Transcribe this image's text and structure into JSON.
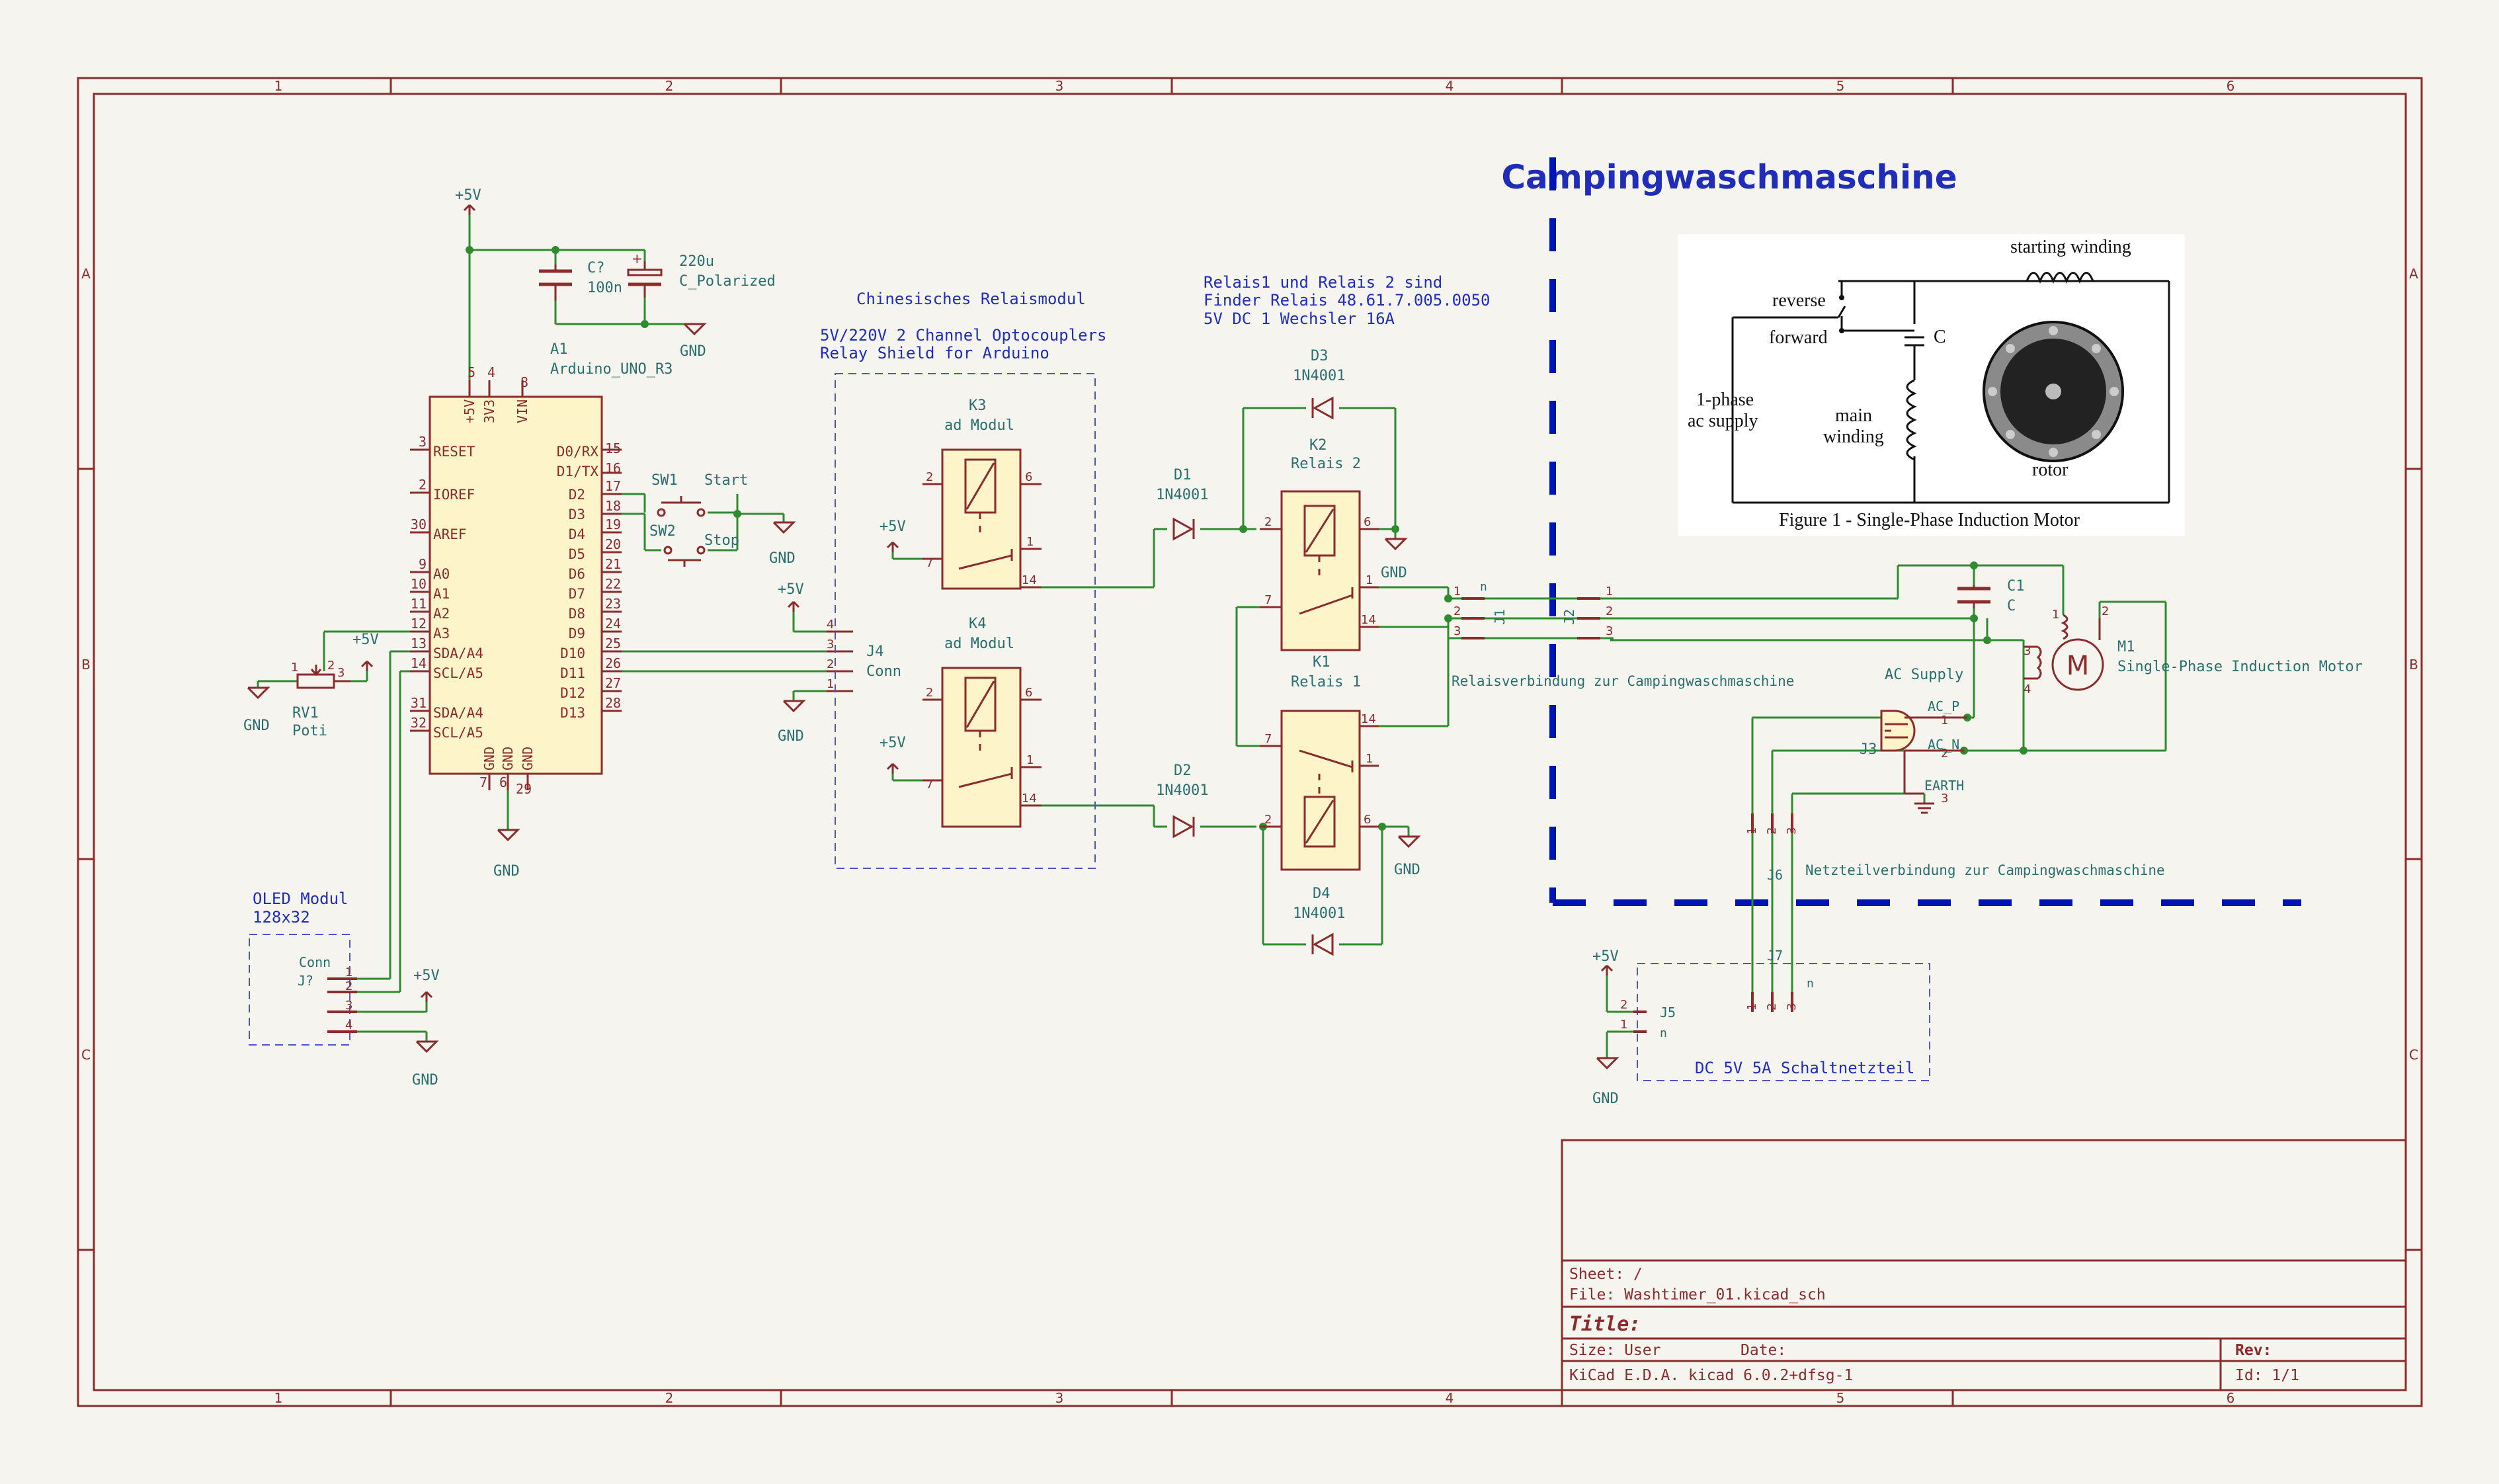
{
  "colors": {
    "background": "#f5f4ef",
    "frame": "#8b2b2b",
    "wire": "#2e8b2e",
    "body": "#8b2b2b",
    "body_fill": "#fdf5c9",
    "blue_text": "#1f2db8",
    "teal_text": "#2a6e6e",
    "dashed_box": "#4d54c9",
    "divider": "#0014b4",
    "junction": "#2e8b2e"
  },
  "frame": {
    "col_labels": [
      "1",
      "2",
      "3",
      "4",
      "5",
      "6"
    ],
    "row_labels": [
      "A",
      "B",
      "C"
    ]
  },
  "headline": "Campingwaschmaschine",
  "figure": {
    "starting": "starting winding",
    "reverse": "reverse",
    "forward": "forward",
    "cap": "C",
    "phase": "1-phase",
    "supply": "ac supply",
    "main1": "main",
    "main2": "winding",
    "rotor": "rotor",
    "caption": "Figure 1 - Single-Phase Induction Motor"
  },
  "notes": {
    "relay_module": "Chinesisches Relaismodul",
    "shield1": "5V/220V 2 Channel Optocouplers",
    "shield2": "Relay Shield for Arduino",
    "relais1": "Relais1 und Relais 2 sind",
    "relais2": "Finder Relais 48.61.7.005.0050",
    "relais3": "5V DC 1 Wechsler 16A",
    "oled1": "OLED Modul",
    "oled2": "128x32",
    "relaisverbindung": "Relaisverbindung zur Campingwaschmaschine",
    "netzteilverbindung": "Netzteilverbindung zur Campingwaschmaschine",
    "psu": "DC 5V 5A Schaltnetzteil"
  },
  "components": {
    "a1_ref": "A1",
    "a1_val": "Arduino_UNO_R3",
    "c7_ref": "C?",
    "c7_val": "100n",
    "cpol_val": "220u",
    "cpol_name": "C_Polarized",
    "sw1": "SW1",
    "sw1_label": "Start",
    "sw2": "SW2",
    "sw2_label": "Stop",
    "rv1_ref": "RV1",
    "rv1_val": "Poti",
    "j4_ref": "J4",
    "j4_val": "Conn",
    "k3_ref": "K3",
    "k3_val": "ad Modul",
    "k4_ref": "K4",
    "k4_val": "ad Modul",
    "d1_ref": "D1",
    "d1_val": "1N4001",
    "d2_ref": "D2",
    "d2_val": "1N4001",
    "d3_ref": "D3",
    "d3_val": "1N4001",
    "d4_ref": "D4",
    "d4_val": "1N4001",
    "k2_ref": "K2",
    "k2_val": "Relais 2",
    "k1_ref": "K1",
    "k1_val": "Relais 1",
    "c1_ref": "C1",
    "c1_val": "C",
    "m1_ref": "M1",
    "m1_val": "Single-Phase Induction Motor",
    "motor_glyph": "M",
    "j3_ref": "J3",
    "j3_val": "AC Supply",
    "ac_p": "AC_P",
    "ac_n": "AC_N",
    "earth": "EARTH",
    "j1_ref": "J1",
    "j2_ref": "J2",
    "j5_ref": "J5",
    "j6_ref": "J6",
    "j7_ref": "J7",
    "oled_conn": "Conn",
    "oled_ref": "J?",
    "n_label": "n"
  },
  "arduino_pins": {
    "left_names": [
      "RESET",
      "IOREF",
      "AREF",
      "A0",
      "A1",
      "A2",
      "A3",
      "SDA/A4",
      "SCL/A5",
      "SDA/A4",
      "SCL/A5"
    ],
    "left_nums": [
      "3",
      "2",
      "30",
      "9",
      "10",
      "11",
      "12",
      "13",
      "14",
      "31",
      "32"
    ],
    "right_names": [
      "D0/RX",
      "D1/TX",
      "D2",
      "D3",
      "D4",
      "D5",
      "D6",
      "D7",
      "D8",
      "D9",
      "D10",
      "D11",
      "D12",
      "D13"
    ],
    "right_nums": [
      "15",
      "16",
      "17",
      "18",
      "19",
      "20",
      "21",
      "22",
      "23",
      "24",
      "25",
      "26",
      "27",
      "28"
    ],
    "top_names": [
      "+5V",
      "3V3",
      "VIN"
    ],
    "top_nums": [
      "5",
      "4",
      "8"
    ],
    "bottom_names": [
      "GND",
      "GND",
      "GND"
    ],
    "bottom_nums": [
      "7",
      "6",
      "29"
    ]
  },
  "power": {
    "p5v": "+5V",
    "gnd": "GND"
  },
  "title_block": {
    "sheet": "Sheet: /",
    "file": "File: Washtimer_01.kicad_sch",
    "title": "Title:",
    "size": "Size: User",
    "date": "Date:",
    "rev": "Rev:",
    "kicad": "KiCad E.D.A.  kicad 6.0.2+dfsg-1",
    "id": "Id: 1/1"
  }
}
